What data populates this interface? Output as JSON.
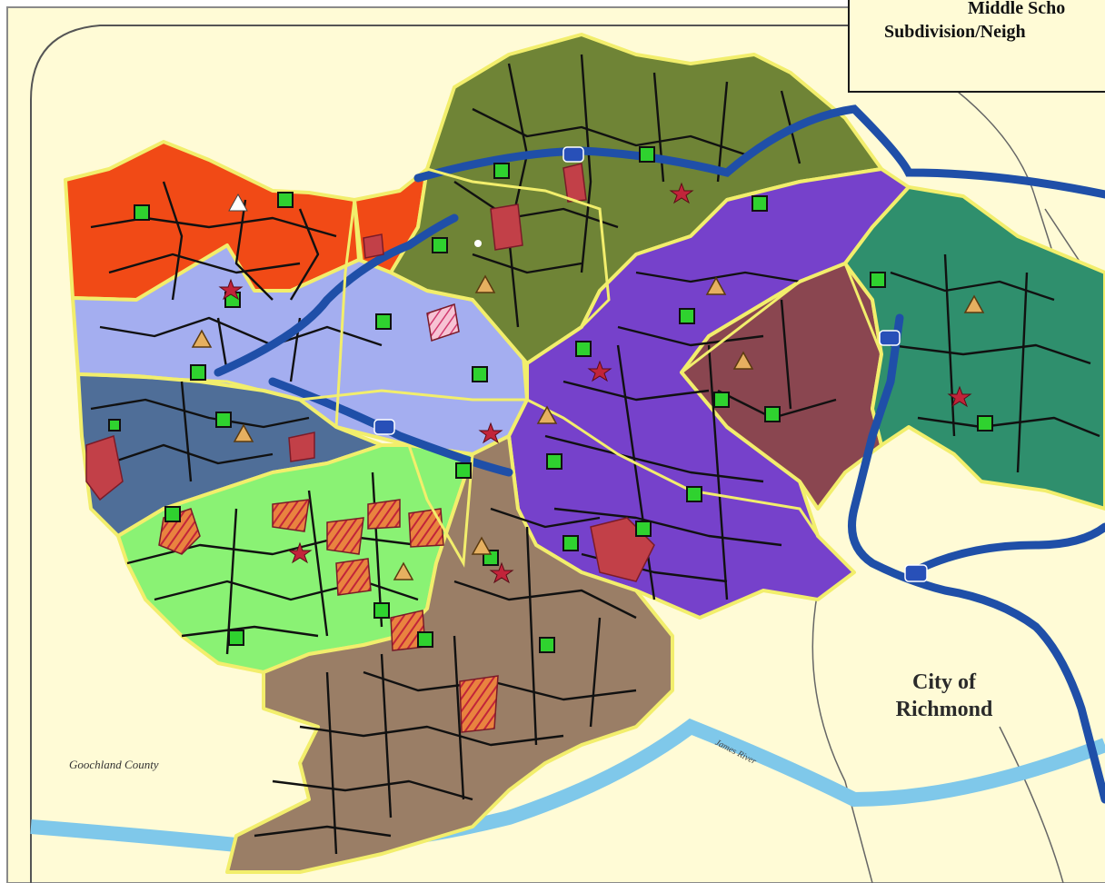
{
  "legend": {
    "line1": "Middle Scho",
    "line2": "Subdivision/Neigh"
  },
  "labels": {
    "city": [
      "City of",
      "Richmond"
    ],
    "county": "Goochland County",
    "river": "James River"
  },
  "colors": {
    "background": "#fffbd6",
    "district_border": "#f2ee6c",
    "roads": "#111111",
    "highway": "#1f4fa8",
    "river": "#7fc8ea",
    "school_marker": "#2fd22f",
    "star_marker": "#c2243a",
    "triangle_marker": "#e6b060",
    "districts": {
      "red_orange": "#f14a16",
      "periwinkle": "#a4aef0",
      "olive": "#6f8436",
      "purple": "#7641cb",
      "maroon": "#8a4650",
      "teal": "#2f8f6d",
      "slate_blue": "#4f6e98",
      "light_green": "#8af274",
      "brown": "#9a7e66"
    }
  },
  "marker_types": [
    "school-marker",
    "star-marker",
    "triangle-marker"
  ]
}
